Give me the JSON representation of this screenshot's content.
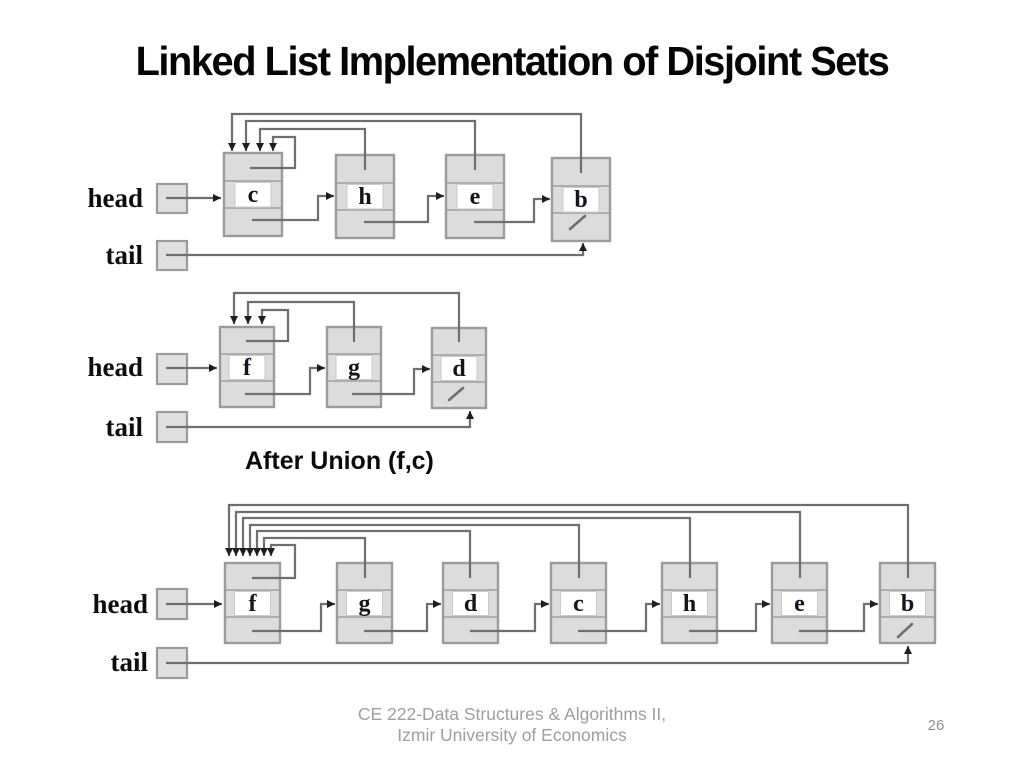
{
  "slide": {
    "title": "Linked List Implementation of Disjoint Sets",
    "caption": "After Union (f,c)",
    "footer": {
      "line1": "CE 222-Data Structures & Algorithms II,",
      "line2": "Izmir University of Economics",
      "page_number": "26"
    }
  },
  "colors": {
    "node_fill": "#dcdcdc",
    "node_border": "#9b9b9b",
    "letter_box": "#ffffff",
    "line": "#6f6f6f",
    "arrowhead": "#1e1e1e",
    "footer_text": "#9e9e9e",
    "title_text": "#050505"
  },
  "diagrams": [
    {
      "name": "set-c-before-union",
      "head_label": "head",
      "tail_label": "tail",
      "nodes": [
        {
          "label": "c"
        },
        {
          "label": "h"
        },
        {
          "label": "e"
        },
        {
          "label": "b",
          "next": "null"
        }
      ]
    },
    {
      "name": "set-f-before-union",
      "head_label": "head",
      "tail_label": "tail",
      "nodes": [
        {
          "label": "f"
        },
        {
          "label": "g"
        },
        {
          "label": "d",
          "next": "null"
        }
      ]
    },
    {
      "name": "set-after-union",
      "head_label": "head",
      "tail_label": "tail",
      "nodes": [
        {
          "label": "f"
        },
        {
          "label": "g"
        },
        {
          "label": "d"
        },
        {
          "label": "c"
        },
        {
          "label": "h"
        },
        {
          "label": "e"
        },
        {
          "label": "b",
          "next": "null"
        }
      ]
    }
  ]
}
